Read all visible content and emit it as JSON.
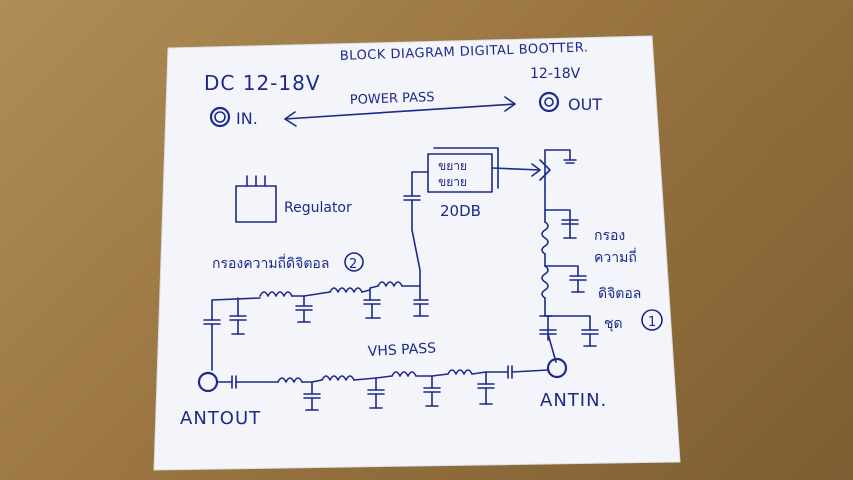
{
  "title": "BLOCK DIAGRAM DIGITAL BOOTTER.",
  "subtitle_voltage": "12-18V",
  "dc_label": "DC 12-18V",
  "in_label": "IN.",
  "out_label": "OUT",
  "power_pass": "POWER PASS",
  "amp_text_line1": "ขยาย",
  "amp_text_line2": "ขยาย",
  "gain": "20DB",
  "regulator": "Regulator",
  "filter_left": "กรองความถี่ดิจิตอล",
  "filter_left_num": "2",
  "filter_right_1": "กรอง",
  "filter_right_2": "ความถี่",
  "filter_right_3": "ดิจิตอล",
  "filter_right_4": "ชุด",
  "filter_right_num": "1",
  "vhs_pass": "VHS PASS",
  "ant_out": "ANTOUT",
  "ant_in": "ANTIN.",
  "ink_color": "#1c2a8a",
  "paper_color": "#f4f6fb"
}
